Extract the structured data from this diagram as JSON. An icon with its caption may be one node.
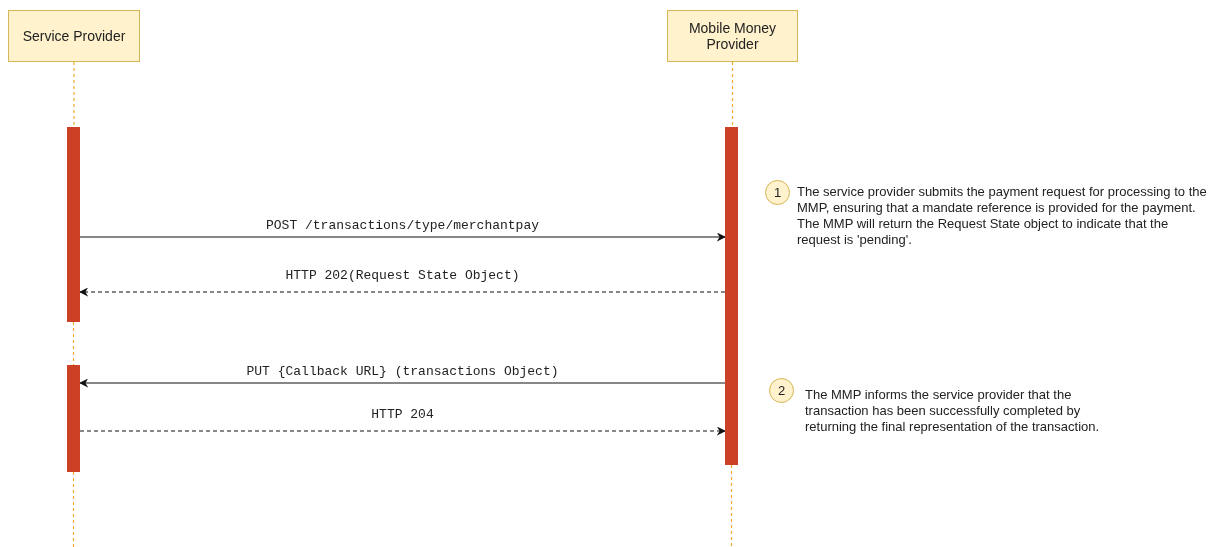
{
  "diagram": {
    "nodes": [
      {
        "text": [
          "Service Provider"
        ]
      },
      {
        "text": [
          "Mobile Money Provider"
        ]
      },
      {
        "text": [],
        "shape": "bar"
      },
      {
        "text": [],
        "shape": "bar"
      },
      {
        "text": [],
        "shape": "bar"
      }
    ],
    "edges": [
      {
        "from": 0,
        "to": 2,
        "arrow": "none",
        "style": "dashed",
        "color": "#f0a830"
      },
      {
        "from": 2,
        "to": 4,
        "arrow": "none",
        "style": "dashed",
        "color": "#f0a830"
      },
      {
        "from": 4,
        "to": null,
        "arrow": "none",
        "style": "dashed",
        "color": "#f0a830"
      },
      {
        "from": 1,
        "to": 3,
        "arrow": "none",
        "style": "dashed",
        "color": "#f0a830"
      },
      {
        "from": 3,
        "to": null,
        "arrow": "none",
        "style": "dashed",
        "color": "#f0a830"
      },
      {
        "from": 2,
        "to": 3,
        "arrow": "to",
        "color": "#111111",
        "label": "POST /transactions/type/merchantpay"
      },
      {
        "from": 3,
        "to": 2,
        "arrow": "to",
        "style": "dashed",
        "color": "#111111",
        "label": "HTTP 202(Request State Object)"
      },
      {
        "from": 3,
        "to": 4,
        "arrow": "to",
        "color": "#111111",
        "label": "PUT {Callback URL} (transactions Object)"
      },
      {
        "from": 4,
        "to": 3,
        "arrow": "to",
        "style": "dashed",
        "color": "#111111",
        "label": "HTTP 204"
      }
    ],
    "labels": [
      "1",
      "The service provider submits the payment request for processing to the MMP, ensuring that a mandate reference is provided for the payment. The MMP will return the Request State object to indicate that the request is 'pending'.",
      "2",
      "The MMP informs the service provider that the transaction has been successfully completed by returning the final representation of the transaction."
    ]
  }
}
